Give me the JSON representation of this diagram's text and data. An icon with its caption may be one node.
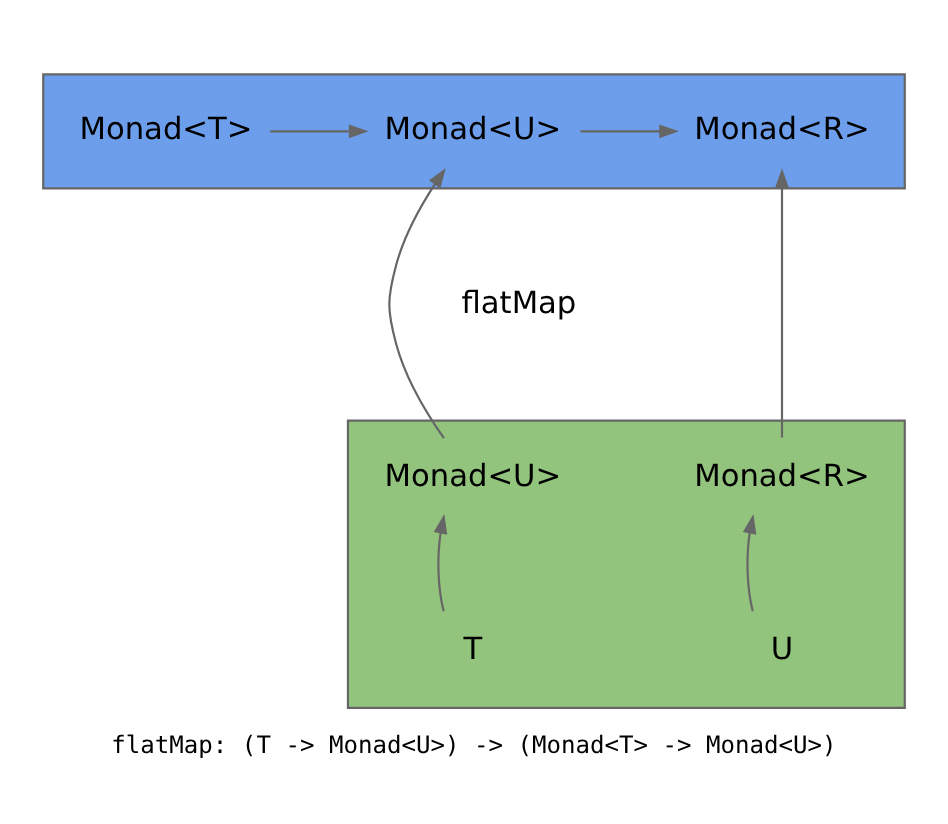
{
  "diagram": {
    "caption": "flatMap: (T -> Monad<U>) -> (Monad<T> -> Monad<U>)",
    "nodes": [
      {
        "text": [],
        "shape": "parallelogram"
      },
      {
        "text": [
          "Monad<T>"
        ],
        "in": 0
      },
      {
        "text": [
          "Monad<U>"
        ],
        "in": 0
      },
      {
        "text": [
          "Monad<R>"
        ],
        "in": 0
      },
      {
        "text": [],
        "shape": "parallelogram"
      },
      {
        "text": [
          "Monad<U>"
        ],
        "in": 4
      },
      {
        "text": [
          "Monad<R>"
        ],
        "in": 4
      },
      {
        "text": [
          "T"
        ],
        "in": 4
      },
      {
        "text": [
          "U"
        ],
        "in": 4
      }
    ],
    "edges": [
      {
        "from": 1,
        "to": 2,
        "arrow": "to"
      },
      {
        "from": 2,
        "to": 3,
        "arrow": "to"
      },
      {
        "from": 7,
        "to": 5,
        "arrow": "to"
      },
      {
        "from": 8,
        "to": 6,
        "arrow": "to"
      },
      {
        "from": 5,
        "to": 2,
        "arrow": "to"
      },
      {
        "from": 6,
        "to": 3,
        "arrow": "to"
      }
    ],
    "labels": [
      "flatMap"
    ]
  }
}
